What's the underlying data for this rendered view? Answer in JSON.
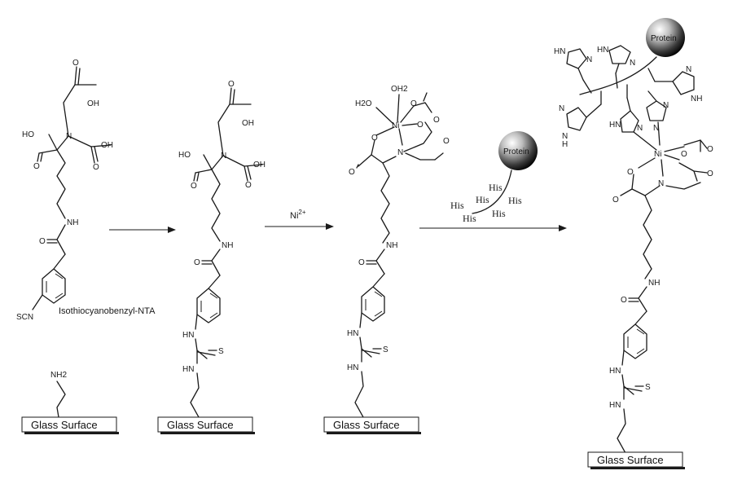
{
  "labels": {
    "oh": "OH",
    "ho": "HO",
    "n": "N",
    "nh": "NH",
    "hn": "HN",
    "o": "O",
    "s": "S",
    "scn": "SCN",
    "nh2": "NH2",
    "ni": "Ni",
    "h2o": "H2O",
    "oh2": "OH2",
    "reagent_name": "Isothiocyanobenzyl-NTA",
    "ni_ion": "Ni",
    "ni_charge": "2+",
    "glass_surface": "Glass Surface",
    "protein": "Protein",
    "his": "His",
    "h": "H"
  }
}
